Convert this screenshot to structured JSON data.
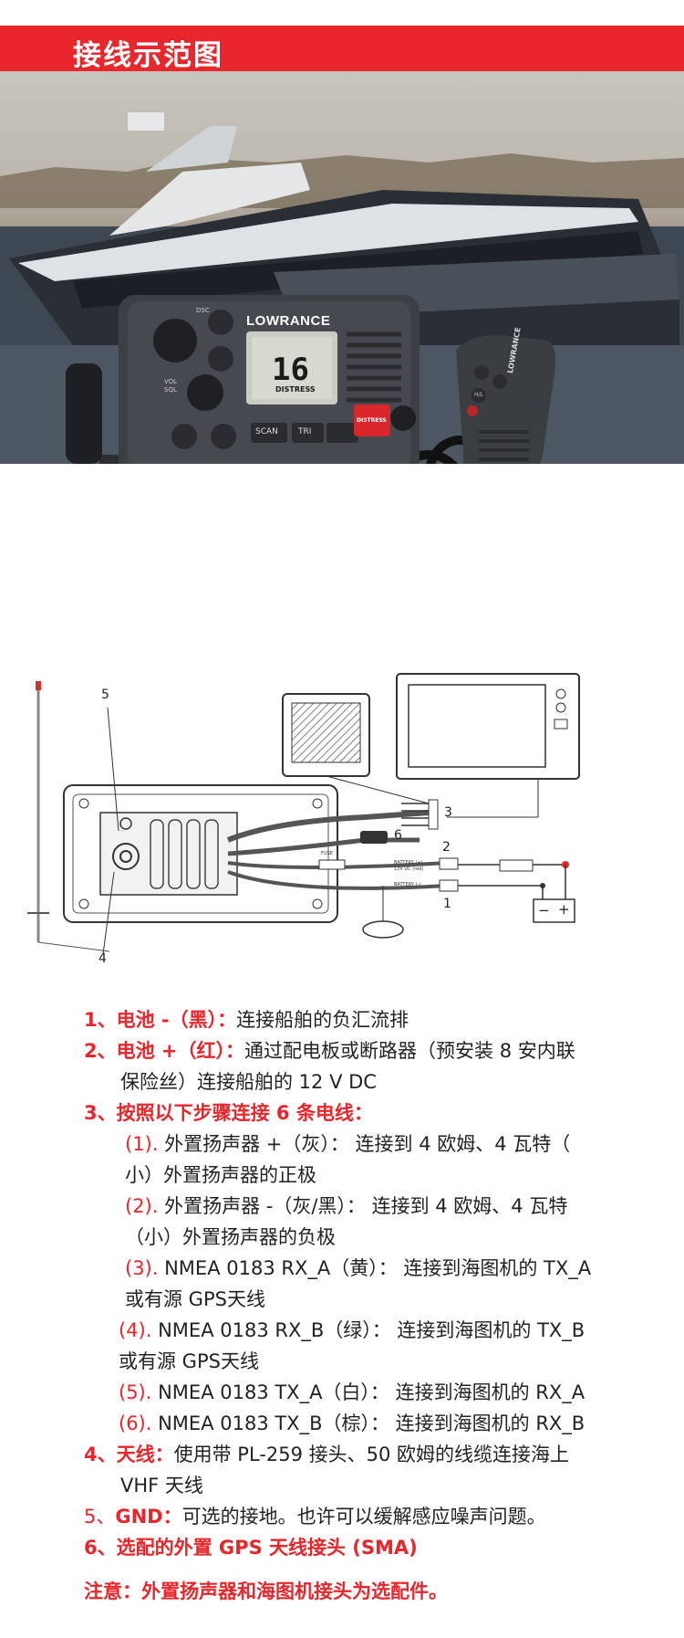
{
  "header": {
    "title": "接线示范图"
  },
  "device": {
    "brand": "LOWRANCE",
    "channel": "16",
    "channel_label": "DISTRESS",
    "dsc_label": "DSC",
    "vol_label": "VOL",
    "sql_label": "SQL",
    "buttons": {
      "scan": "SCAN",
      "tri": "TRI",
      "distress": "DISTRESS",
      "hl": "H/L"
    },
    "mic_brand": "LOWRANCE"
  },
  "diagram": {
    "labels": {
      "n1": "1",
      "n2": "2",
      "n3": "3",
      "n4": "4",
      "n5": "5",
      "n6": "6"
    },
    "battery_neg": "BATTERY (-)",
    "battery_pos": "BATTERY (+)",
    "battery_pos_sub": "12V DC (red)",
    "fuse": "FUSE",
    "minus": "−",
    "plus": "+"
  },
  "legend": {
    "l1_num": "1、",
    "l1_key": "电池 -（黑）：",
    "l1_text": "连接船舶的负汇流排",
    "l2_num": "2、",
    "l2_key": "电池 +（红）：",
    "l2_text_a": "通过配电板或断路器（预安装 8 安内联",
    "l2_text_b": "保险丝）连接船舶的 12 V DC",
    "l3_num": "3、",
    "l3_key": "按照以下步骤连接 6 条电线：",
    "s1_num": "(1).",
    "s1_text_a": " 外置扬声器 +（灰）： 连接到 4 欧姆、4 瓦特（",
    "s1_text_b": "小）外置扬声器的正极",
    "s2_num": "(2).",
    "s2_text_a": " 外置扬声器 -（灰/黑）： 连接到 4 欧姆、4 瓦特",
    "s2_text_b": "（小）外置扬声器的负极",
    "s3_num": "(3).",
    "s3_text_a": " NMEA 0183 RX_A（黄）： 连接到海图机的 TX_A",
    "s3_text_b": "或有源 GPS天线",
    "s4_num": "(4).",
    "s4_text_a": " NMEA 0183 RX_B（绿）： 连接到海图机的 TX_B",
    "s4_text_b": "或有源 GPS天线",
    "s5_num": "(5).",
    "s5_text": " NMEA 0183 TX_A（白）： 连接到海图机的 RX_A",
    "s6_num": "(6).",
    "s6_text": " NMEA 0183 TX_B（棕）： 连接到海图机的 RX_B",
    "l4_num": "4、",
    "l4_key": "天线：",
    "l4_text_a": "使用带 PL-259 接头、50 欧姆的线缆连接海上",
    "l4_text_b": "VHF 天线",
    "l5_num": "5、",
    "l5_key": "GND：",
    "l5_text": "可选的接地。也许可以缓解感应噪声问题。",
    "l6_num": "6、",
    "l6_key": "选配的外置 GPS 天线接头 (SMA)",
    "note": "注意：外置扬声器和海图机接头为选配件。"
  },
  "colors": {
    "accent": "#e8262b",
    "device_body": "#3c3f44",
    "text": "#222222"
  }
}
